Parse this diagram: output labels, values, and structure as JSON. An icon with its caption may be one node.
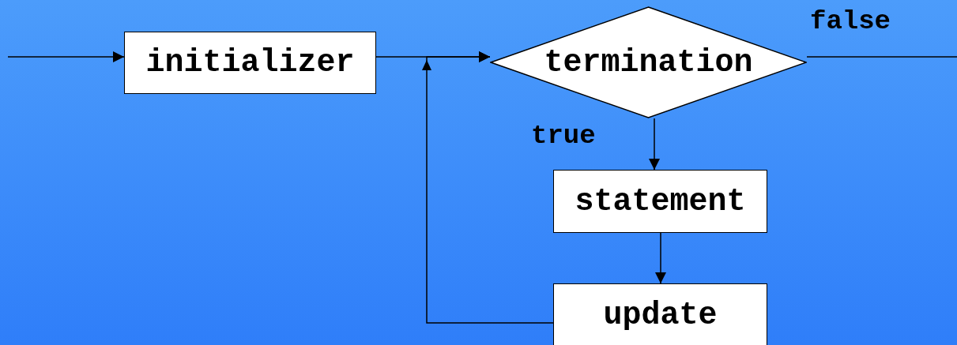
{
  "diagram": {
    "nodes": [
      {
        "text": [
          "initializer"
        ]
      },
      {
        "text": [
          "termination"
        ]
      },
      {
        "text": [
          "statement"
        ]
      },
      {
        "text": [
          "update"
        ]
      }
    ],
    "edges": [
      {
        "from": null,
        "to": 0,
        "arrow": "to"
      },
      {
        "from": 0,
        "to": 1,
        "arrow": "to"
      },
      {
        "from": 1,
        "to": null,
        "arrow": "none",
        "label": "false"
      },
      {
        "from": 1,
        "to": 2,
        "arrow": "to",
        "label": "true"
      },
      {
        "from": 2,
        "to": 3,
        "arrow": "to"
      },
      {
        "from": 3,
        "to": 1,
        "arrow": "to"
      }
    ]
  }
}
